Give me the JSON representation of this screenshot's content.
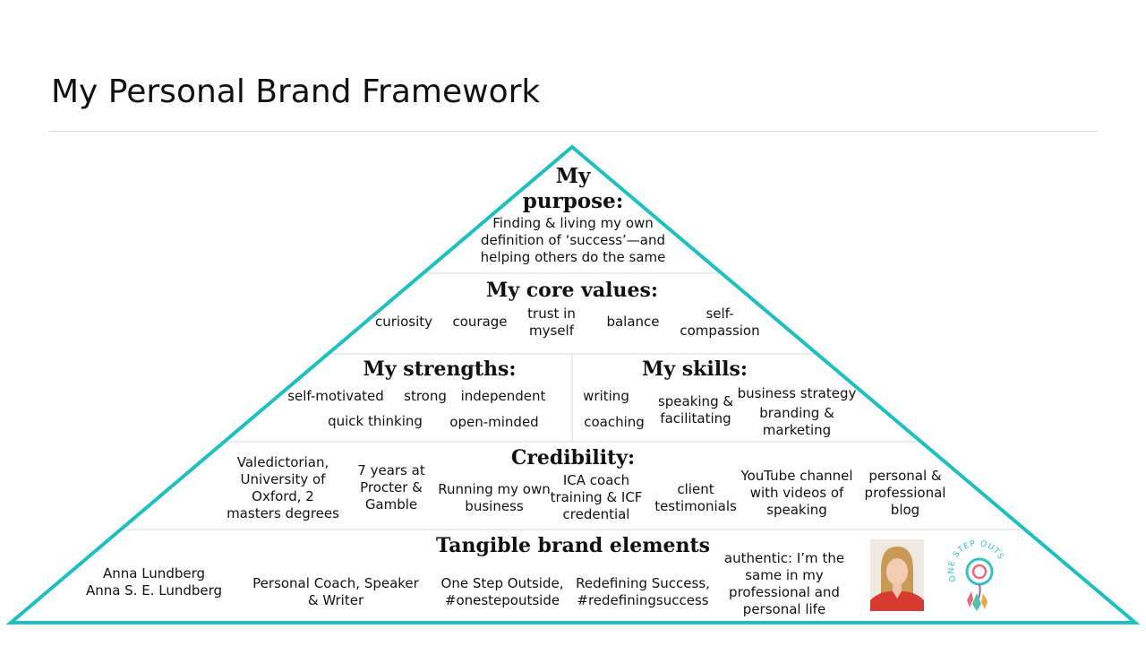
{
  "title": "My Personal Brand Framework",
  "colors": {
    "triangle": "#1fbfbf",
    "divider": "#d4d4d4"
  },
  "purpose": {
    "heading_line1": "My",
    "heading_line2": "purpose:",
    "lines": [
      "Finding & living my own",
      "definition of ‘success’—and",
      "helping others do the same"
    ]
  },
  "core_values": {
    "heading": "My core values:",
    "items": [
      "curiosity",
      "courage",
      "trust in\nmyself",
      "balance",
      "self-\ncompassion"
    ]
  },
  "strengths": {
    "heading": "My strengths:",
    "items": [
      "self-motivated",
      "strong",
      "independent",
      "quick thinking",
      "open-minded"
    ]
  },
  "skills": {
    "heading": "My skills:",
    "items": [
      "writing",
      "coaching",
      "speaking &\nfacilitating",
      "business strategy",
      "branding &\nmarketing"
    ]
  },
  "credibility": {
    "heading": "Credibility:",
    "items": [
      "Valedictorian,\nUniversity of\nOxford, 2\nmasters degrees",
      "7 years at\nProcter &\nGamble",
      "Running my own\nbusiness",
      "ICA coach\ntraining & ICF\ncredential",
      "client\ntestimonials",
      "YouTube channel\nwith videos of\nspeaking",
      "personal &\nprofessional\nblog"
    ]
  },
  "tangible": {
    "heading": "Tangible brand elements",
    "items": [
      "Anna Lundberg\nAnna S. E. Lundberg",
      "Personal Coach, Speaker\n& Writer",
      "One Step Outside,\n#onestepoutside",
      "Redefining Success,\n#redefiningsuccess",
      "authentic: I’m the\nsame in my\nprofessional and\npersonal life"
    ],
    "logo_text": "ONE STEP OUTSIDE"
  }
}
